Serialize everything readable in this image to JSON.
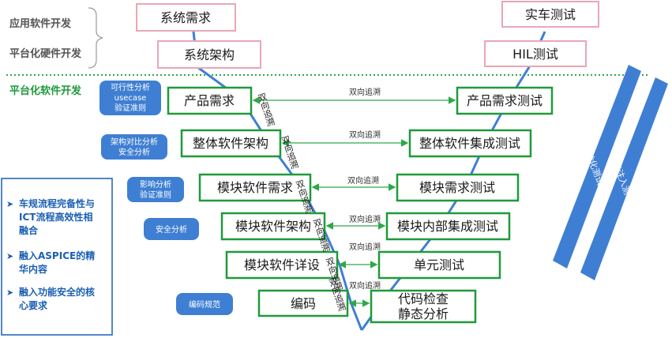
{
  "labels": {
    "app_dev": "应用软件开发",
    "platform_hw": "平台化硬件开发",
    "platform_sw": "平台化软件开发"
  },
  "pink_boxes": {
    "sys_req": "系统需求",
    "sys_arch": "系统架构",
    "vehicle_test": "实车测试",
    "hil_test": "HIL测试"
  },
  "left_boxes": [
    "产品需求",
    "整体软件架构",
    "模块软件需求",
    "模块软件架构",
    "模块软件详设",
    "编码"
  ],
  "right_boxes": [
    "产品需求测试",
    "整体软件集成测试",
    "模块需求测试",
    "模块内部集成测试",
    "单元测试"
  ],
  "code_check": {
    "line1": "代码检查",
    "line2": "静态分析"
  },
  "trace_label": "双向追溯",
  "vertical_trace": {
    "text": "双向追溯"
  },
  "pills": {
    "feasibility": {
      "line1": "可行性分析",
      "line2": "usecase",
      "line3": "验证准则"
    },
    "arch_compare": {
      "line1": "架构对比分析",
      "line2": "安全分析"
    },
    "impact": {
      "line1": "影响分析",
      "line2": "验证准则"
    },
    "safety": {
      "line1": "安全分析"
    },
    "coding_std": {
      "line1": "编码规范"
    }
  },
  "bands": {
    "auto_test": "自动化测试",
    "fault_inject": "故障注入测试"
  },
  "left_panel": {
    "items": [
      {
        "line1": "车规流程完备性与",
        "line2": "ICT流程高效性相",
        "line3": "融合"
      },
      {
        "line1": "融入ASPICE的精",
        "line2": "华内容",
        "line3": ""
      },
      {
        "line1": "融入功能安全的核",
        "line2": "心要求",
        "line3": ""
      }
    ]
  },
  "colors": {
    "green": "#1f9a3a",
    "pink": "#e9a7b6",
    "blue": "#3f7fd3",
    "dark_blue": "#1a5fb4"
  }
}
